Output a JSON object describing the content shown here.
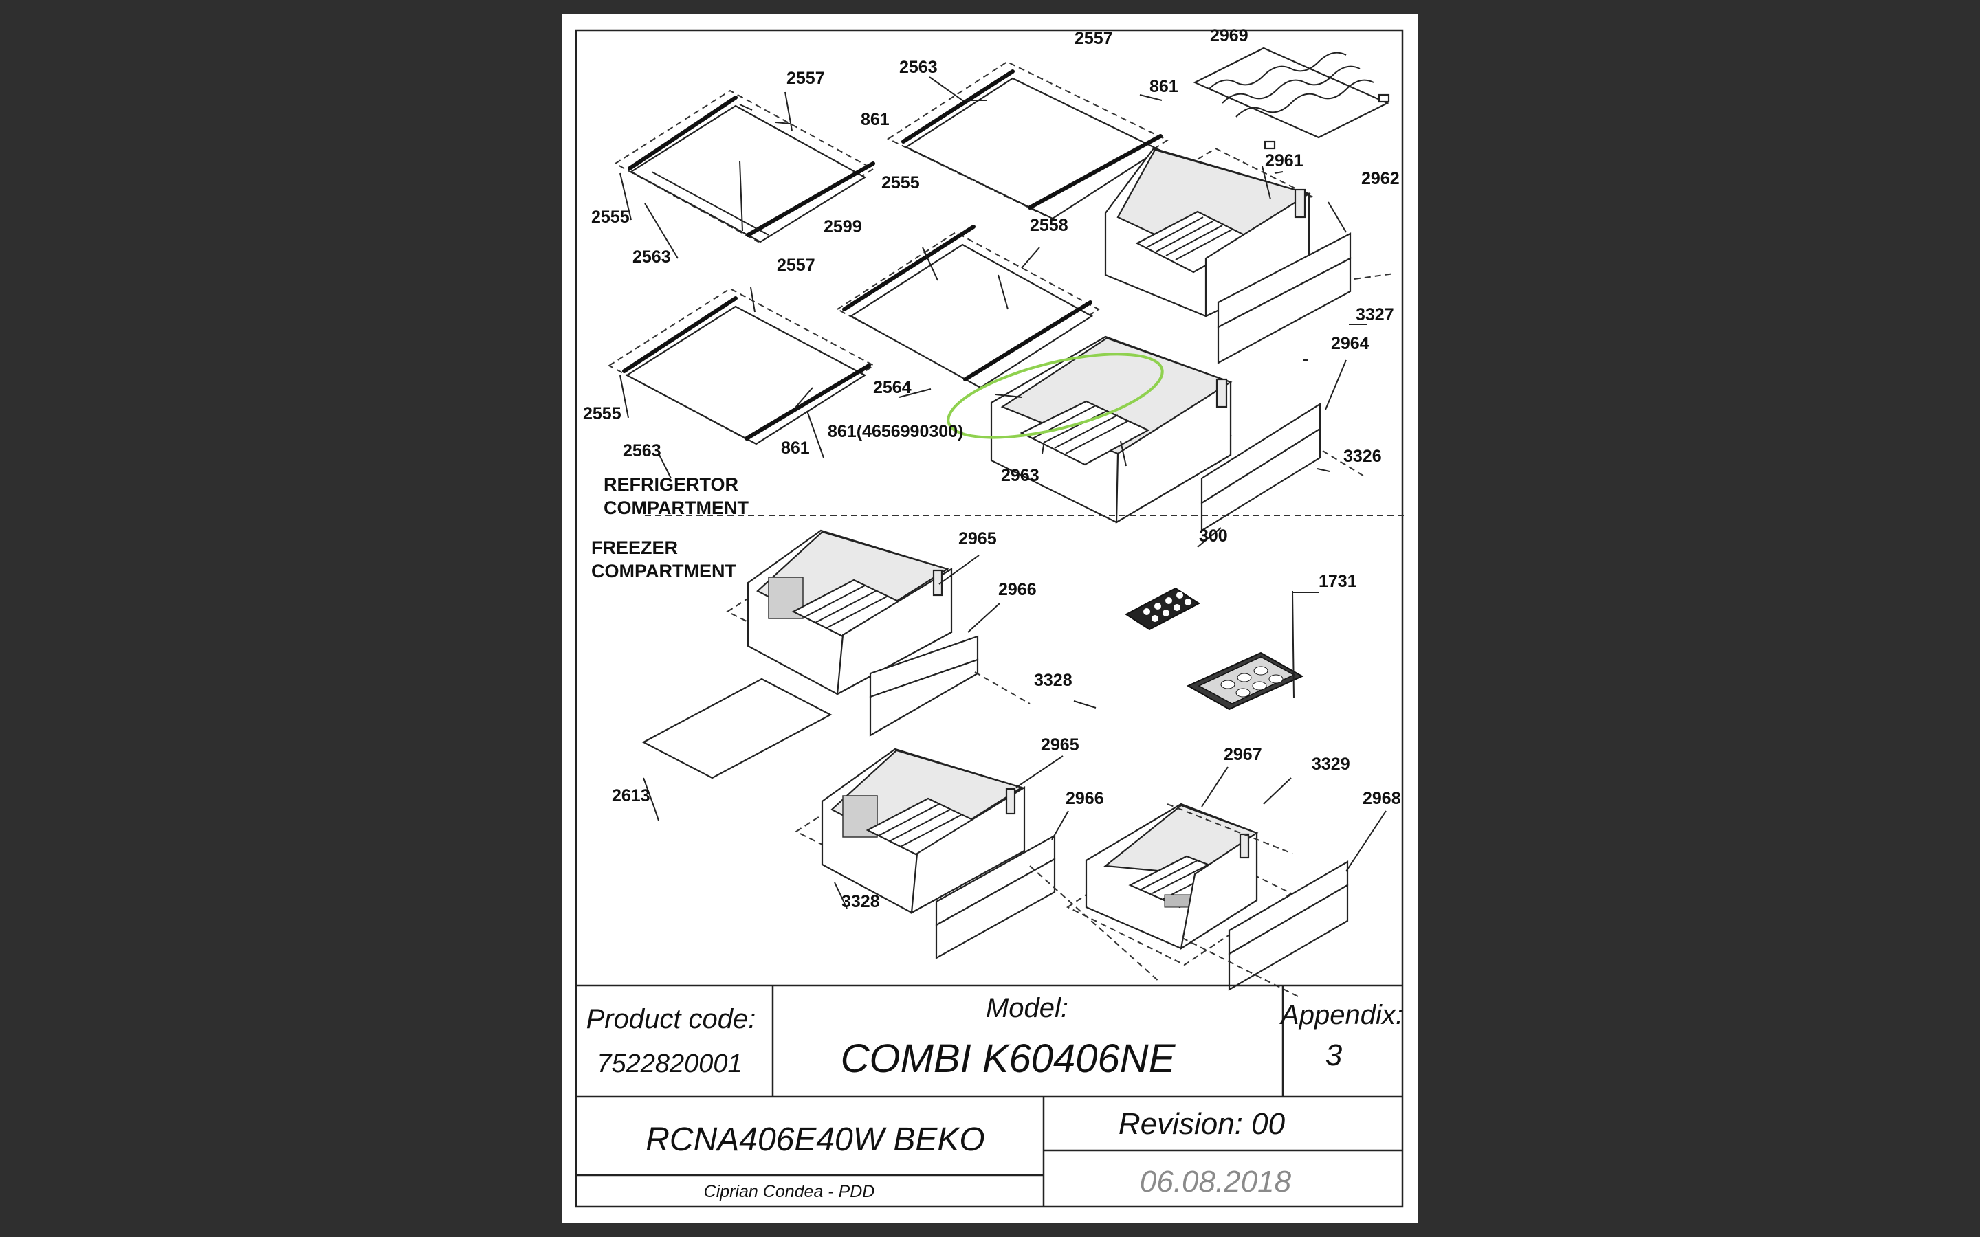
{
  "sections": {
    "refrigerator": [
      "REFRIGERTOR",
      "COMPARTMENT"
    ],
    "freezer": [
      "FREEZER",
      "COMPARTMENT"
    ]
  },
  "labels": {
    "l2557a": "2557",
    "l2563a": "2563",
    "l2557b": "2557",
    "l2969": "2969",
    "l861a": "861",
    "l861b": "861",
    "l2555a": "2555",
    "l2555b": "2555",
    "l2563b": "2563",
    "l2961": "2961",
    "l2962": "2962",
    "l2599": "2599",
    "l2558": "2558",
    "l2557c": "2557",
    "l3327": "3327",
    "l2964": "2964",
    "l2564": "2564",
    "l2555c": "2555",
    "l861c": "861(4656990300)",
    "l3326": "3326",
    "l2563c": "2563",
    "l861d": "861",
    "l2963": "2963",
    "l300": "300",
    "l2965a": "2965",
    "l2966a": "2966",
    "l1731": "1731",
    "l3328a": "3328",
    "l2613": "2613",
    "l2965b": "2965",
    "l2966b": "2966",
    "l2967": "2967",
    "l3329": "3329",
    "l2968": "2968",
    "l3328b": "3328"
  },
  "title_block": {
    "product_code_label": "Product code:",
    "product_code": "7522820001",
    "model_label": "Model:",
    "model": "COMBI K60406NE",
    "appendix_label": "Appendix:",
    "appendix": "3",
    "product_name": "RCNA406E40W BEKO",
    "revision": "Revision: 00",
    "author": "Ciprian Condea - PDD",
    "date": "06.08.2018"
  },
  "highlight_color": "#8fd14f"
}
